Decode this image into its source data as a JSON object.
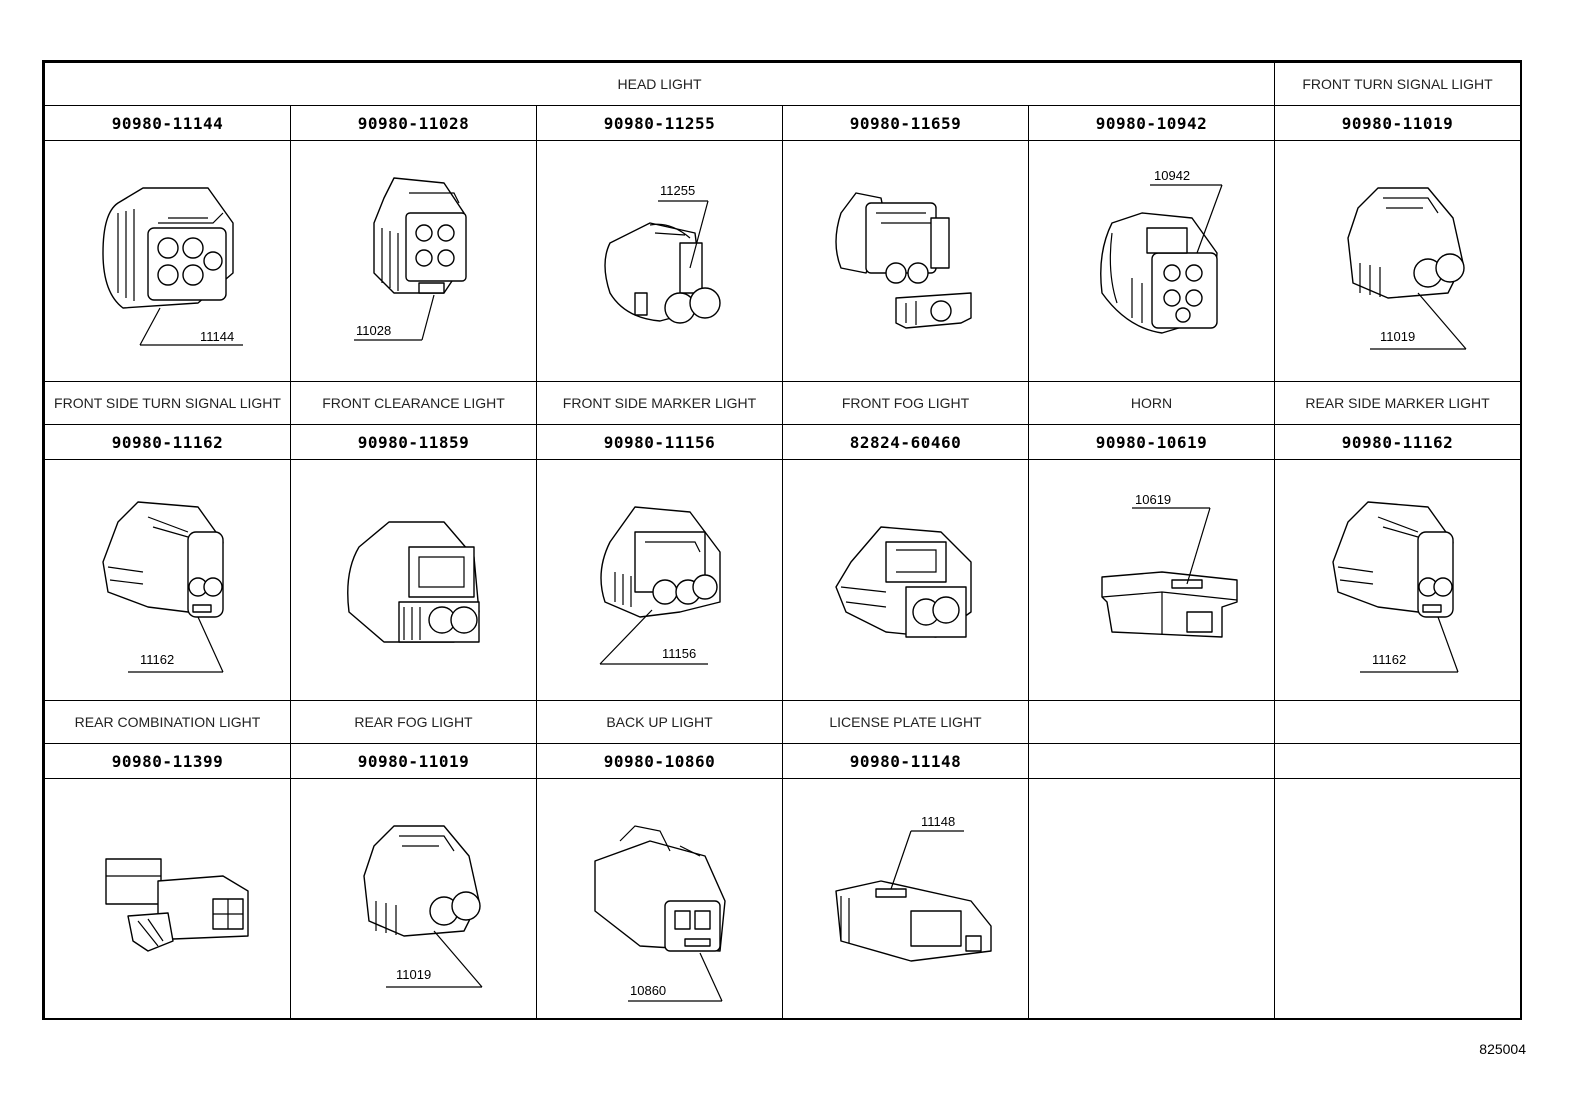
{
  "header": {
    "head_light": "HEAD LIGHT",
    "front_turn_signal_light": "FRONT TURN SIGNAL LIGHT"
  },
  "row1": {
    "parts": [
      "90980-11144",
      "90980-11028",
      "90980-11255",
      "90980-11659",
      "90980-10942",
      "90980-11019"
    ],
    "callouts": [
      "11144",
      "11028",
      "11255",
      "",
      "10942",
      "11019"
    ]
  },
  "row2": {
    "labels": [
      "FRONT SIDE TURN SIGNAL LIGHT",
      "FRONT CLEARANCE LIGHT",
      "FRONT SIDE MARKER LIGHT",
      "FRONT FOG LIGHT",
      "HORN",
      "REAR SIDE MARKER LIGHT"
    ],
    "parts": [
      "90980-11162",
      "90980-11859",
      "90980-11156",
      "82824-60460",
      "90980-10619",
      "90980-11162"
    ],
    "callouts": [
      "11162",
      "",
      "11156",
      "",
      "10619",
      "11162"
    ]
  },
  "row3": {
    "labels": [
      "REAR COMBINATION LIGHT",
      "REAR FOG LIGHT",
      "BACK UP LIGHT",
      "LICENSE PLATE LIGHT",
      "",
      ""
    ],
    "parts": [
      "90980-11399",
      "90980-11019",
      "90980-10860",
      "90980-11148",
      "",
      ""
    ],
    "callouts": [
      "",
      "11019",
      "10860",
      "11148",
      "",
      ""
    ]
  },
  "figure_id": "825004"
}
